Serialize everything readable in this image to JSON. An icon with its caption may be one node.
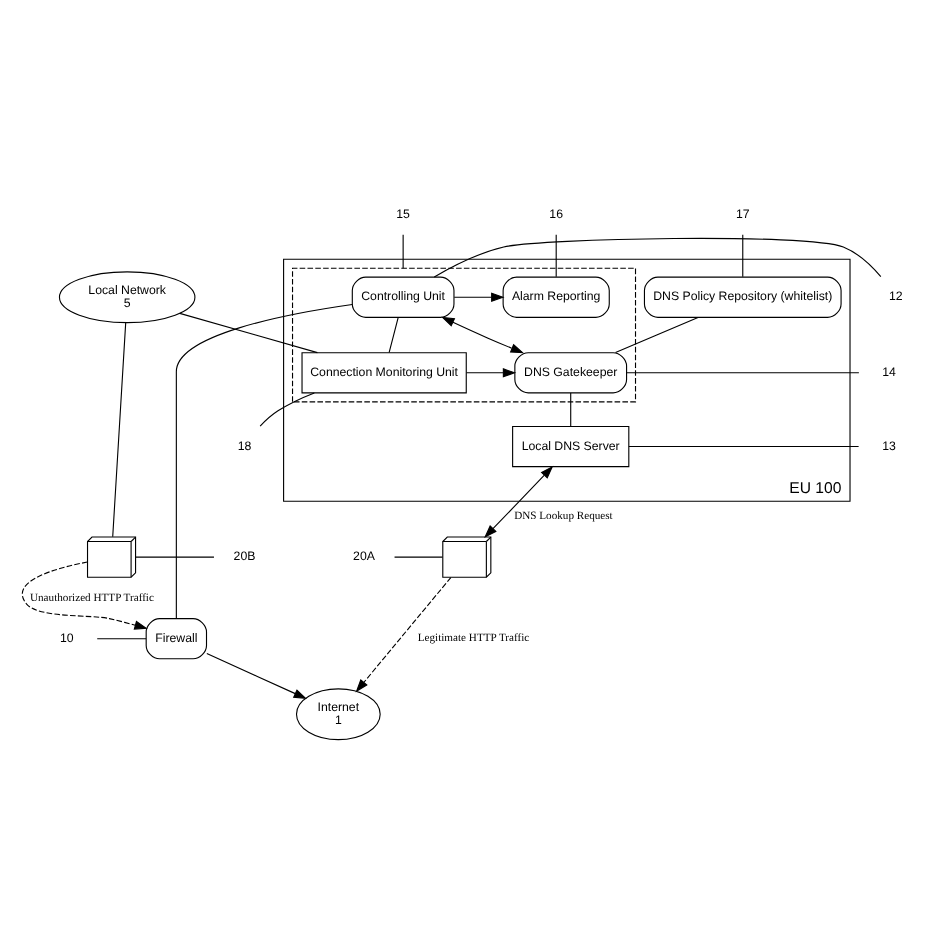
{
  "diagram": {
    "nodes": [
      {
        "text": [
          "Internet",
          "1"
        ]
      },
      {
        "text": [
          "Firewall"
        ]
      },
      {
        "text": [
          "EU 100"
        ]
      },
      {
        "text": [],
        "shape": "box",
        "in": 2
      },
      {
        "text": [
          "Controlling Unit"
        ],
        "in": 3
      },
      {
        "text": [
          "Alarm Reporting"
        ],
        "in": 3
      },
      {
        "text": [
          "DNS Gatekeeper"
        ],
        "in": 3
      },
      {
        "text": [
          "Connection Monitoring Unit"
        ],
        "in": 3
      },
      {
        "text": [
          "Local DNS Server"
        ],
        "in": 2
      },
      {
        "text": [
          "DNS Policy Repository (whitelist)"
        ],
        "in": 2
      },
      {
        "text": [
          "Local Network",
          "5"
        ]
      },
      {
        "text": [],
        "shape": "computer"
      },
      {
        "text": [],
        "shape": "computer"
      },
      {
        "text": [
          "10"
        ]
      },
      {
        "text": [
          "12"
        ]
      },
      {
        "text": [
          "15"
        ]
      },
      {
        "text": [
          "16"
        ]
      },
      {
        "text": [
          "17"
        ]
      },
      {
        "text": [
          "14"
        ]
      },
      {
        "text": [
          "18"
        ]
      },
      {
        "text": [
          "13"
        ]
      },
      {
        "text": [
          "20B"
        ]
      },
      {
        "text": [
          "20A"
        ]
      }
    ],
    "edges": [
      {
        "from": 1,
        "to": 0,
        "arrow": "to"
      },
      {
        "from": 4,
        "to": 1,
        "arrow": "none"
      },
      {
        "from": 11,
        "to": 1,
        "arrow": "to",
        "style": "dashed",
        "label": "Unauthorized HTTP Traffic"
      },
      {
        "from": 12,
        "to": 0,
        "arrow": "to",
        "style": "dashed",
        "label": "Legitimate HTTP Traffic"
      },
      {
        "from": 4,
        "to": 5,
        "arrow": "to"
      },
      {
        "from": 4,
        "to": 6,
        "arrow": "both"
      },
      {
        "from": 7,
        "to": 4,
        "arrow": "none"
      },
      {
        "from": 7,
        "to": 6,
        "arrow": "to"
      },
      {
        "from": 6,
        "to": 9,
        "arrow": "none"
      },
      {
        "from": 6,
        "to": 8,
        "arrow": "none"
      },
      {
        "from": 10,
        "to": 7,
        "arrow": "none"
      },
      {
        "from": 10,
        "to": 11,
        "arrow": "none"
      },
      {
        "from": 8,
        "to": 12,
        "arrow": "both",
        "label": "DNS Lookup Request"
      },
      {
        "from": 13,
        "to": 1,
        "arrow": "none"
      },
      {
        "from": 14,
        "to": 4,
        "arrow": "none"
      },
      {
        "from": 15,
        "to": 3,
        "arrow": "none"
      },
      {
        "from": 16,
        "to": 5,
        "arrow": "none"
      },
      {
        "from": 17,
        "to": 9,
        "arrow": "none"
      },
      {
        "from": 18,
        "to": 6,
        "arrow": "none"
      },
      {
        "from": 19,
        "to": 7,
        "arrow": "none"
      },
      {
        "from": 20,
        "to": 8,
        "arrow": "none"
      },
      {
        "from": 21,
        "to": 11,
        "arrow": "none"
      },
      {
        "from": 22,
        "to": 12,
        "arrow": "none"
      }
    ]
  }
}
